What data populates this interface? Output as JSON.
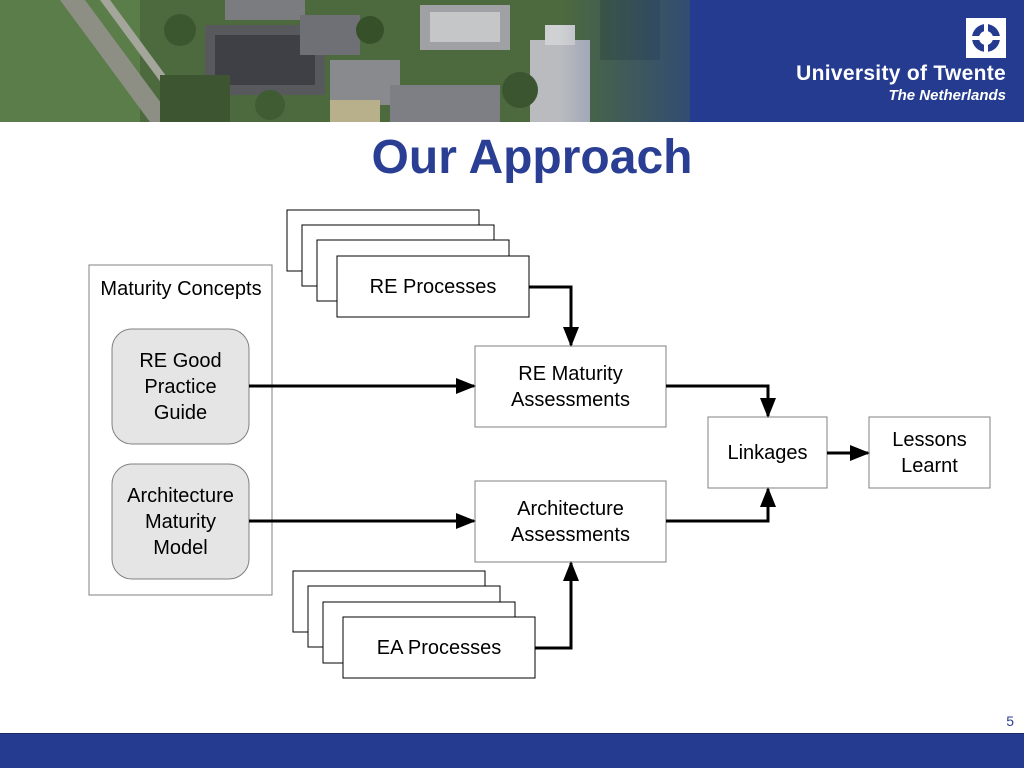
{
  "header": {
    "university_name": "University of Twente",
    "country": "The Netherlands",
    "logo": "university-logo-icon",
    "banner_photo": "campus-aerial-photo",
    "banner_color": "#243b8f"
  },
  "slide": {
    "title": "Our Approach",
    "page_number": "5",
    "title_color": "#2a3f93"
  },
  "diagram": {
    "maturity_concepts_label": "Maturity Concepts",
    "re_good_practice_line1": "RE Good",
    "re_good_practice_line2": "Practice",
    "re_good_practice_line3": "Guide",
    "arch_maturity_line1": "Architecture",
    "arch_maturity_line2": "Maturity",
    "arch_maturity_line3": "Model",
    "re_processes": "RE Processes",
    "ea_processes": "EA Processes",
    "re_assess_line1": "RE Maturity",
    "re_assess_line2": "Assessments",
    "arch_assess_line1": "Architecture",
    "arch_assess_line2": "Assessments",
    "linkages": "Linkages",
    "lessons_line1": "Lessons",
    "lessons_line2": "Learnt"
  }
}
